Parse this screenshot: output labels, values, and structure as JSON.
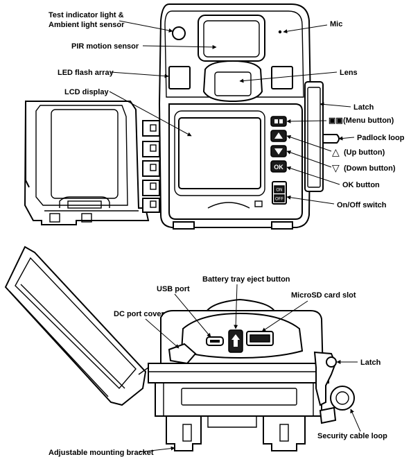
{
  "front_view": {
    "labels": {
      "test_indicator_line1": "Test indicator light &",
      "test_indicator_line2": "Ambient light sensor",
      "pir_sensor": "PIR motion sensor",
      "led_flash": "LED flash array",
      "lcd_display": "LCD display",
      "mic": "Mic",
      "lens": "Lens",
      "latch": "Latch",
      "menu_button": "(Menu button)",
      "padlock_loop": "Padlock loop",
      "up_button": "(Up button)",
      "down_button": "(Down button)",
      "ok_button": "OK button",
      "onoff_switch": "On/Off switch"
    },
    "glyphs": {
      "menu": "▣▣",
      "up": "△",
      "down": "▽"
    },
    "button_text": {
      "ok": "OK",
      "on": "ON",
      "off": "OFF",
      "tiny": "ON"
    }
  },
  "bottom_view": {
    "labels": {
      "battery_eject": "Battery tray eject button",
      "usb_port": "USB port",
      "microsd_slot": "MicroSD card slot",
      "dc_port_cover": "DC port cover",
      "latch": "Latch",
      "security_cable": "Security cable loop",
      "mounting_bracket": "Adjustable mounting bracket"
    }
  }
}
